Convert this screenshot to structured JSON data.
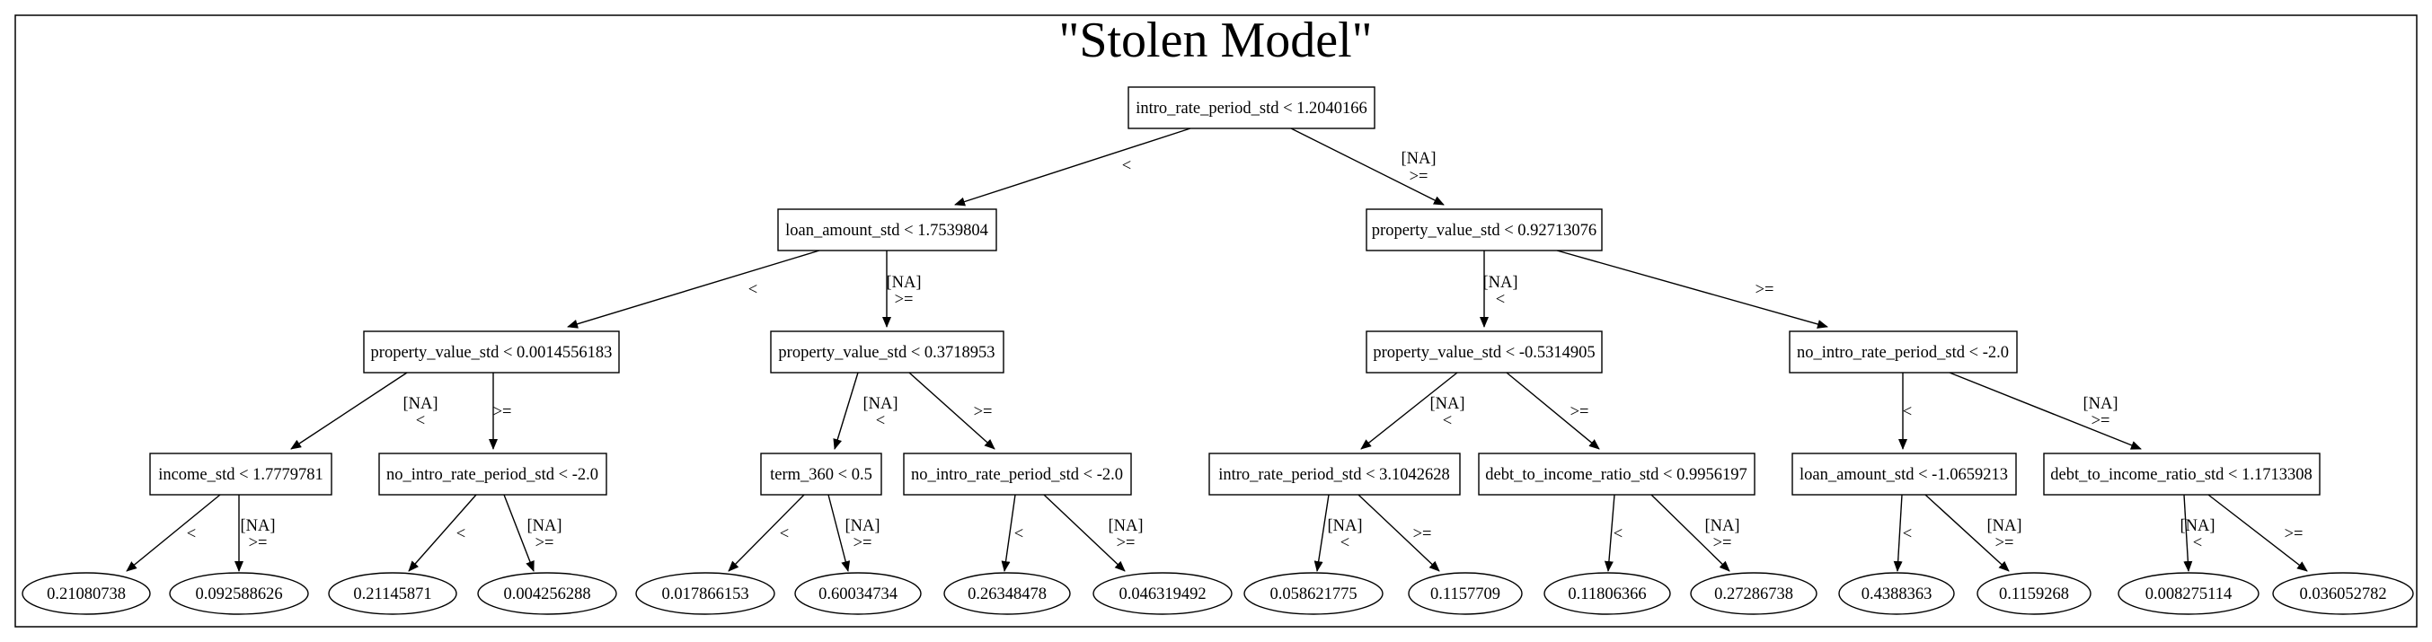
{
  "title": "\"Stolen Model\"",
  "nodes": {
    "n0": "intro_rate_period_std < 1.2040166",
    "n1": "loan_amount_std < 1.7539804",
    "n2": "property_value_std < 0.92713076",
    "n3": "property_value_std < 0.0014556183",
    "n4": "property_value_std < 0.3718953",
    "n5": "property_value_std < -0.5314905",
    "n6": "no_intro_rate_period_std < -2.0",
    "n7": "income_std < 1.7779781",
    "n8": "no_intro_rate_period_std < -2.0",
    "n9": "term_360 < 0.5",
    "n10": "no_intro_rate_period_std < -2.0",
    "n11": "intro_rate_period_std < 3.1042628",
    "n12": "debt_to_income_ratio_std < 0.9956197",
    "n13": "loan_amount_std < -1.0659213",
    "n14": "debt_to_income_ratio_std < 1.1713308"
  },
  "leaves": {
    "l0": "0.21080738",
    "l1": "0.092588626",
    "l2": "0.21145871",
    "l3": "0.004256288",
    "l4": "0.017866153",
    "l5": "0.60034734",
    "l6": "0.26348478",
    "l7": "0.046319492",
    "l8": "0.058621775",
    "l9": "0.1157709",
    "l10": "0.11806366",
    "l11": "0.27286738",
    "l12": "0.4388363",
    "l13": "0.1159268",
    "l14": "0.008275114",
    "l15": "0.036052782"
  },
  "edge_labels": {
    "lt": "<",
    "ge": ">=",
    "na": "[NA]"
  }
}
